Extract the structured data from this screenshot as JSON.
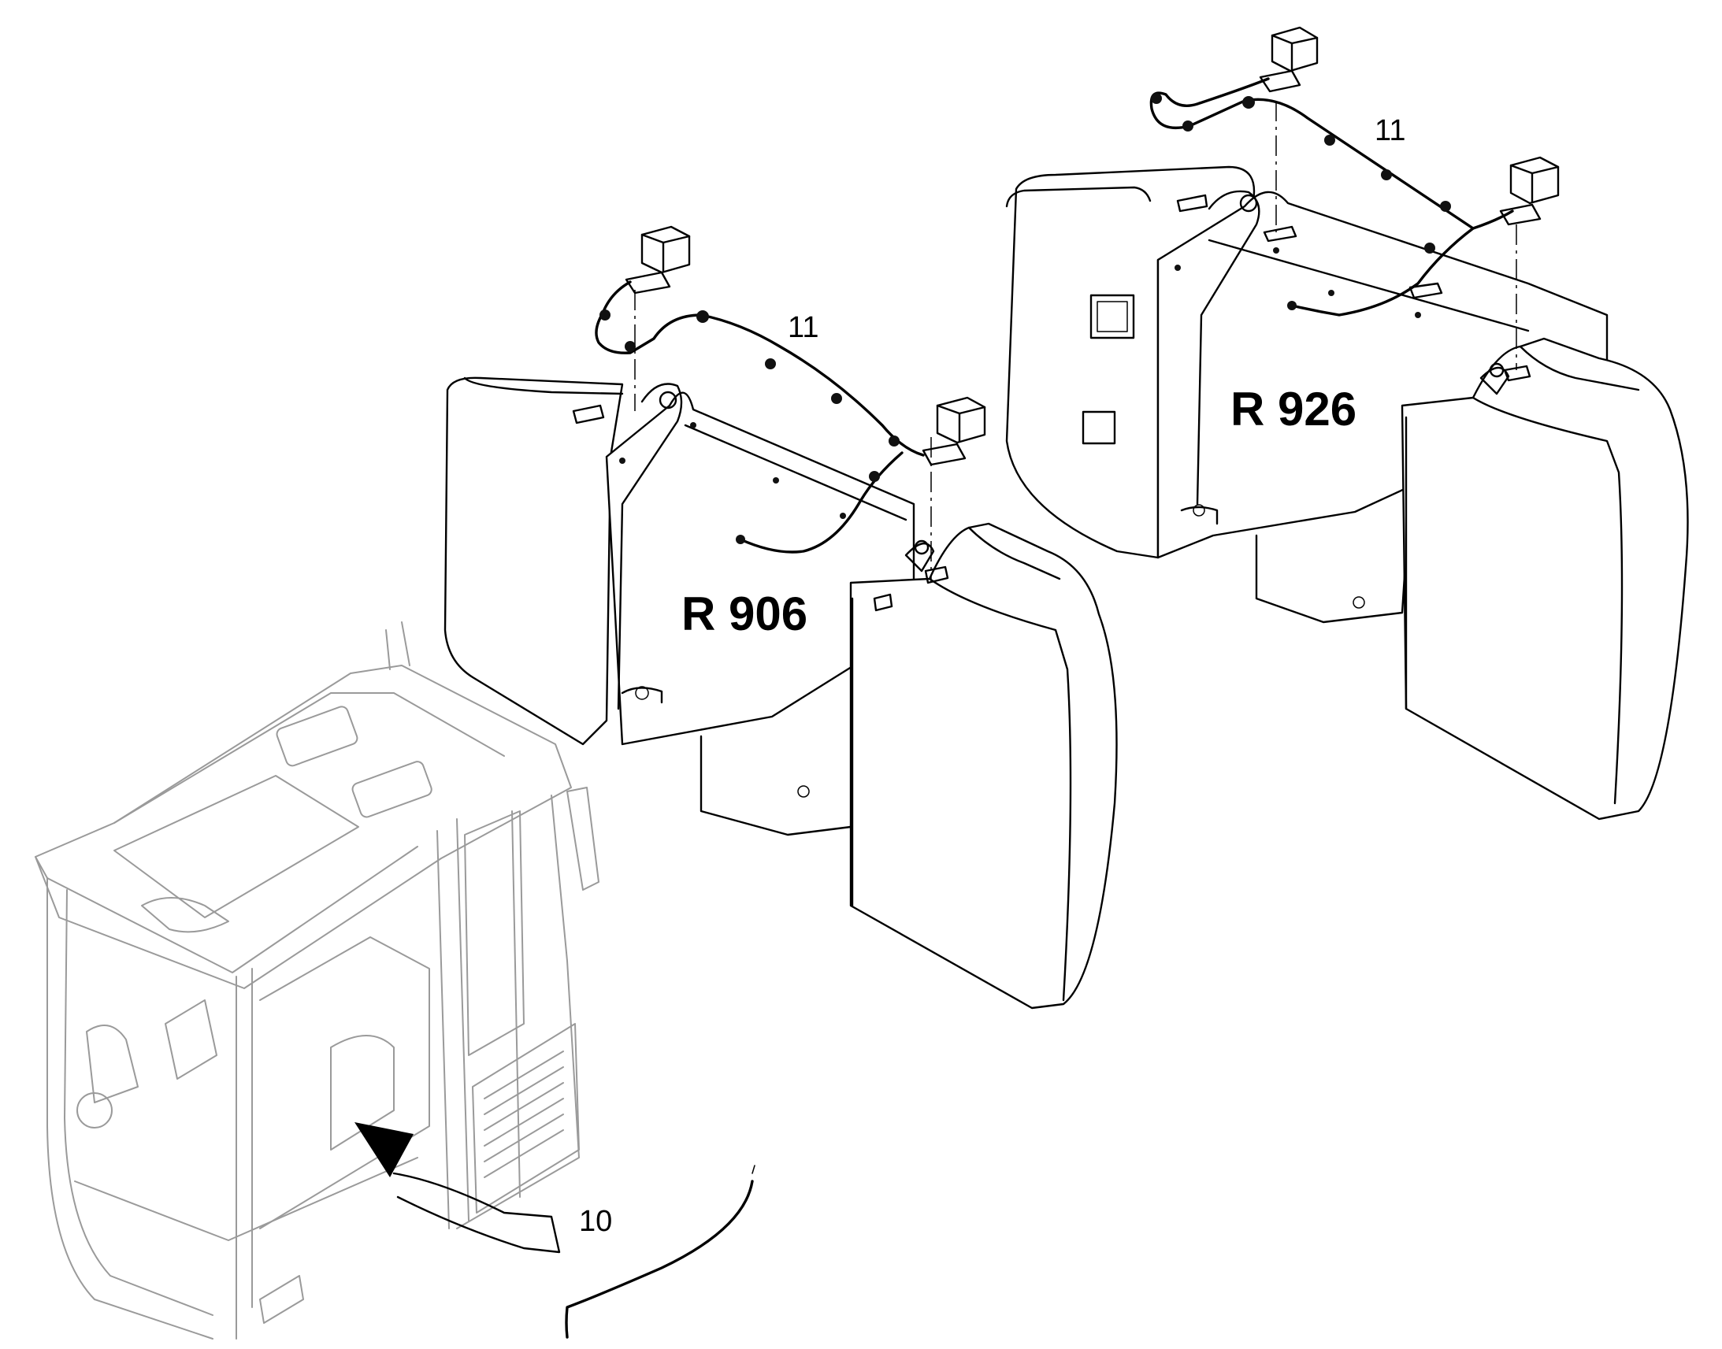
{
  "callouts": {
    "harness_r906": "11",
    "harness_r926": "11",
    "cable_cab": "10"
  },
  "models": {
    "left_counterweight": "R 906",
    "right_counterweight": "R 926"
  },
  "colors": {
    "line": "#000000",
    "cab_line": "#9a9a9a",
    "background": "#ffffff"
  }
}
